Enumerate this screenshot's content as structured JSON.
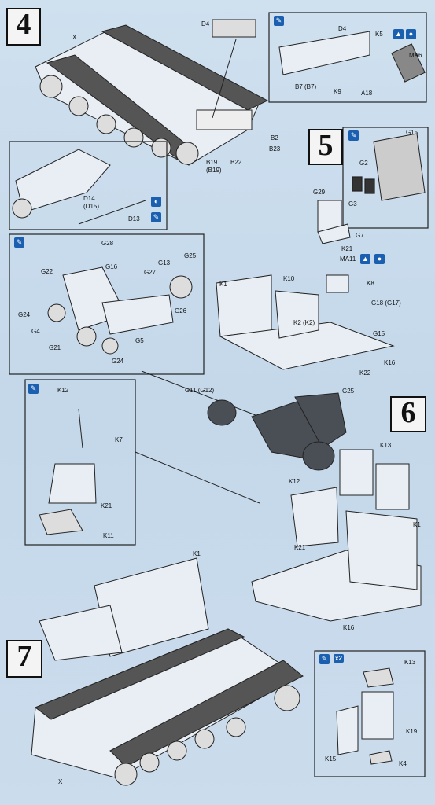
{
  "steps": {
    "s4": "4",
    "s5": "5",
    "s6": "6",
    "s7": "7"
  },
  "labels": {
    "x_top": "X",
    "d4_top": "D4",
    "b2": "B2",
    "b23": "B23",
    "b22": "B22",
    "b19": "B19",
    "b19b": "(B19)",
    "d4_box": "D4",
    "k5": "K5",
    "ma6": "MA6",
    "b7": "B7 (B7)",
    "k9": "K9",
    "a18": "A18",
    "d14": "D14",
    "d15": "(D15)",
    "d13": "D13",
    "g15_top": "G15",
    "g2": "G2",
    "g3": "G3",
    "g28": "G28",
    "g16": "G16",
    "g13": "G13",
    "g25_l": "G25",
    "g22": "G22",
    "g27": "G27",
    "g26": "G26",
    "g24a": "G24",
    "g4": "G4",
    "g21": "G21",
    "g5": "G5",
    "g24b": "G24",
    "g29": "G29",
    "g7": "G7",
    "k21_top": "K21",
    "ma11": "MA11",
    "k1_mid": "K1",
    "k10": "K10",
    "k8": "K8",
    "g18": "G18 (G17)",
    "k2": "K2 (K2)",
    "g15_mid": "G15",
    "k16_mid": "K16",
    "k22": "K22",
    "k12_l": "K12",
    "k7": "K7",
    "k21_l": "K21",
    "k11": "K11",
    "g11": "G11 (G12)",
    "g25_c": "G25",
    "k13_r": "K13",
    "k12_r": "K12",
    "k1_r": "K1",
    "k21_r": "K21",
    "k16_r": "K16",
    "k1_b": "K1",
    "x_bot": "X",
    "x2": "x2",
    "k13_b": "K13",
    "k19": "K19",
    "k15": "K15",
    "k4": "K4"
  },
  "colors": {
    "background": "#c9dcec",
    "ink": "#111111",
    "icon_blue": "#1b5fb0",
    "part_dark": "#4a4f55"
  }
}
